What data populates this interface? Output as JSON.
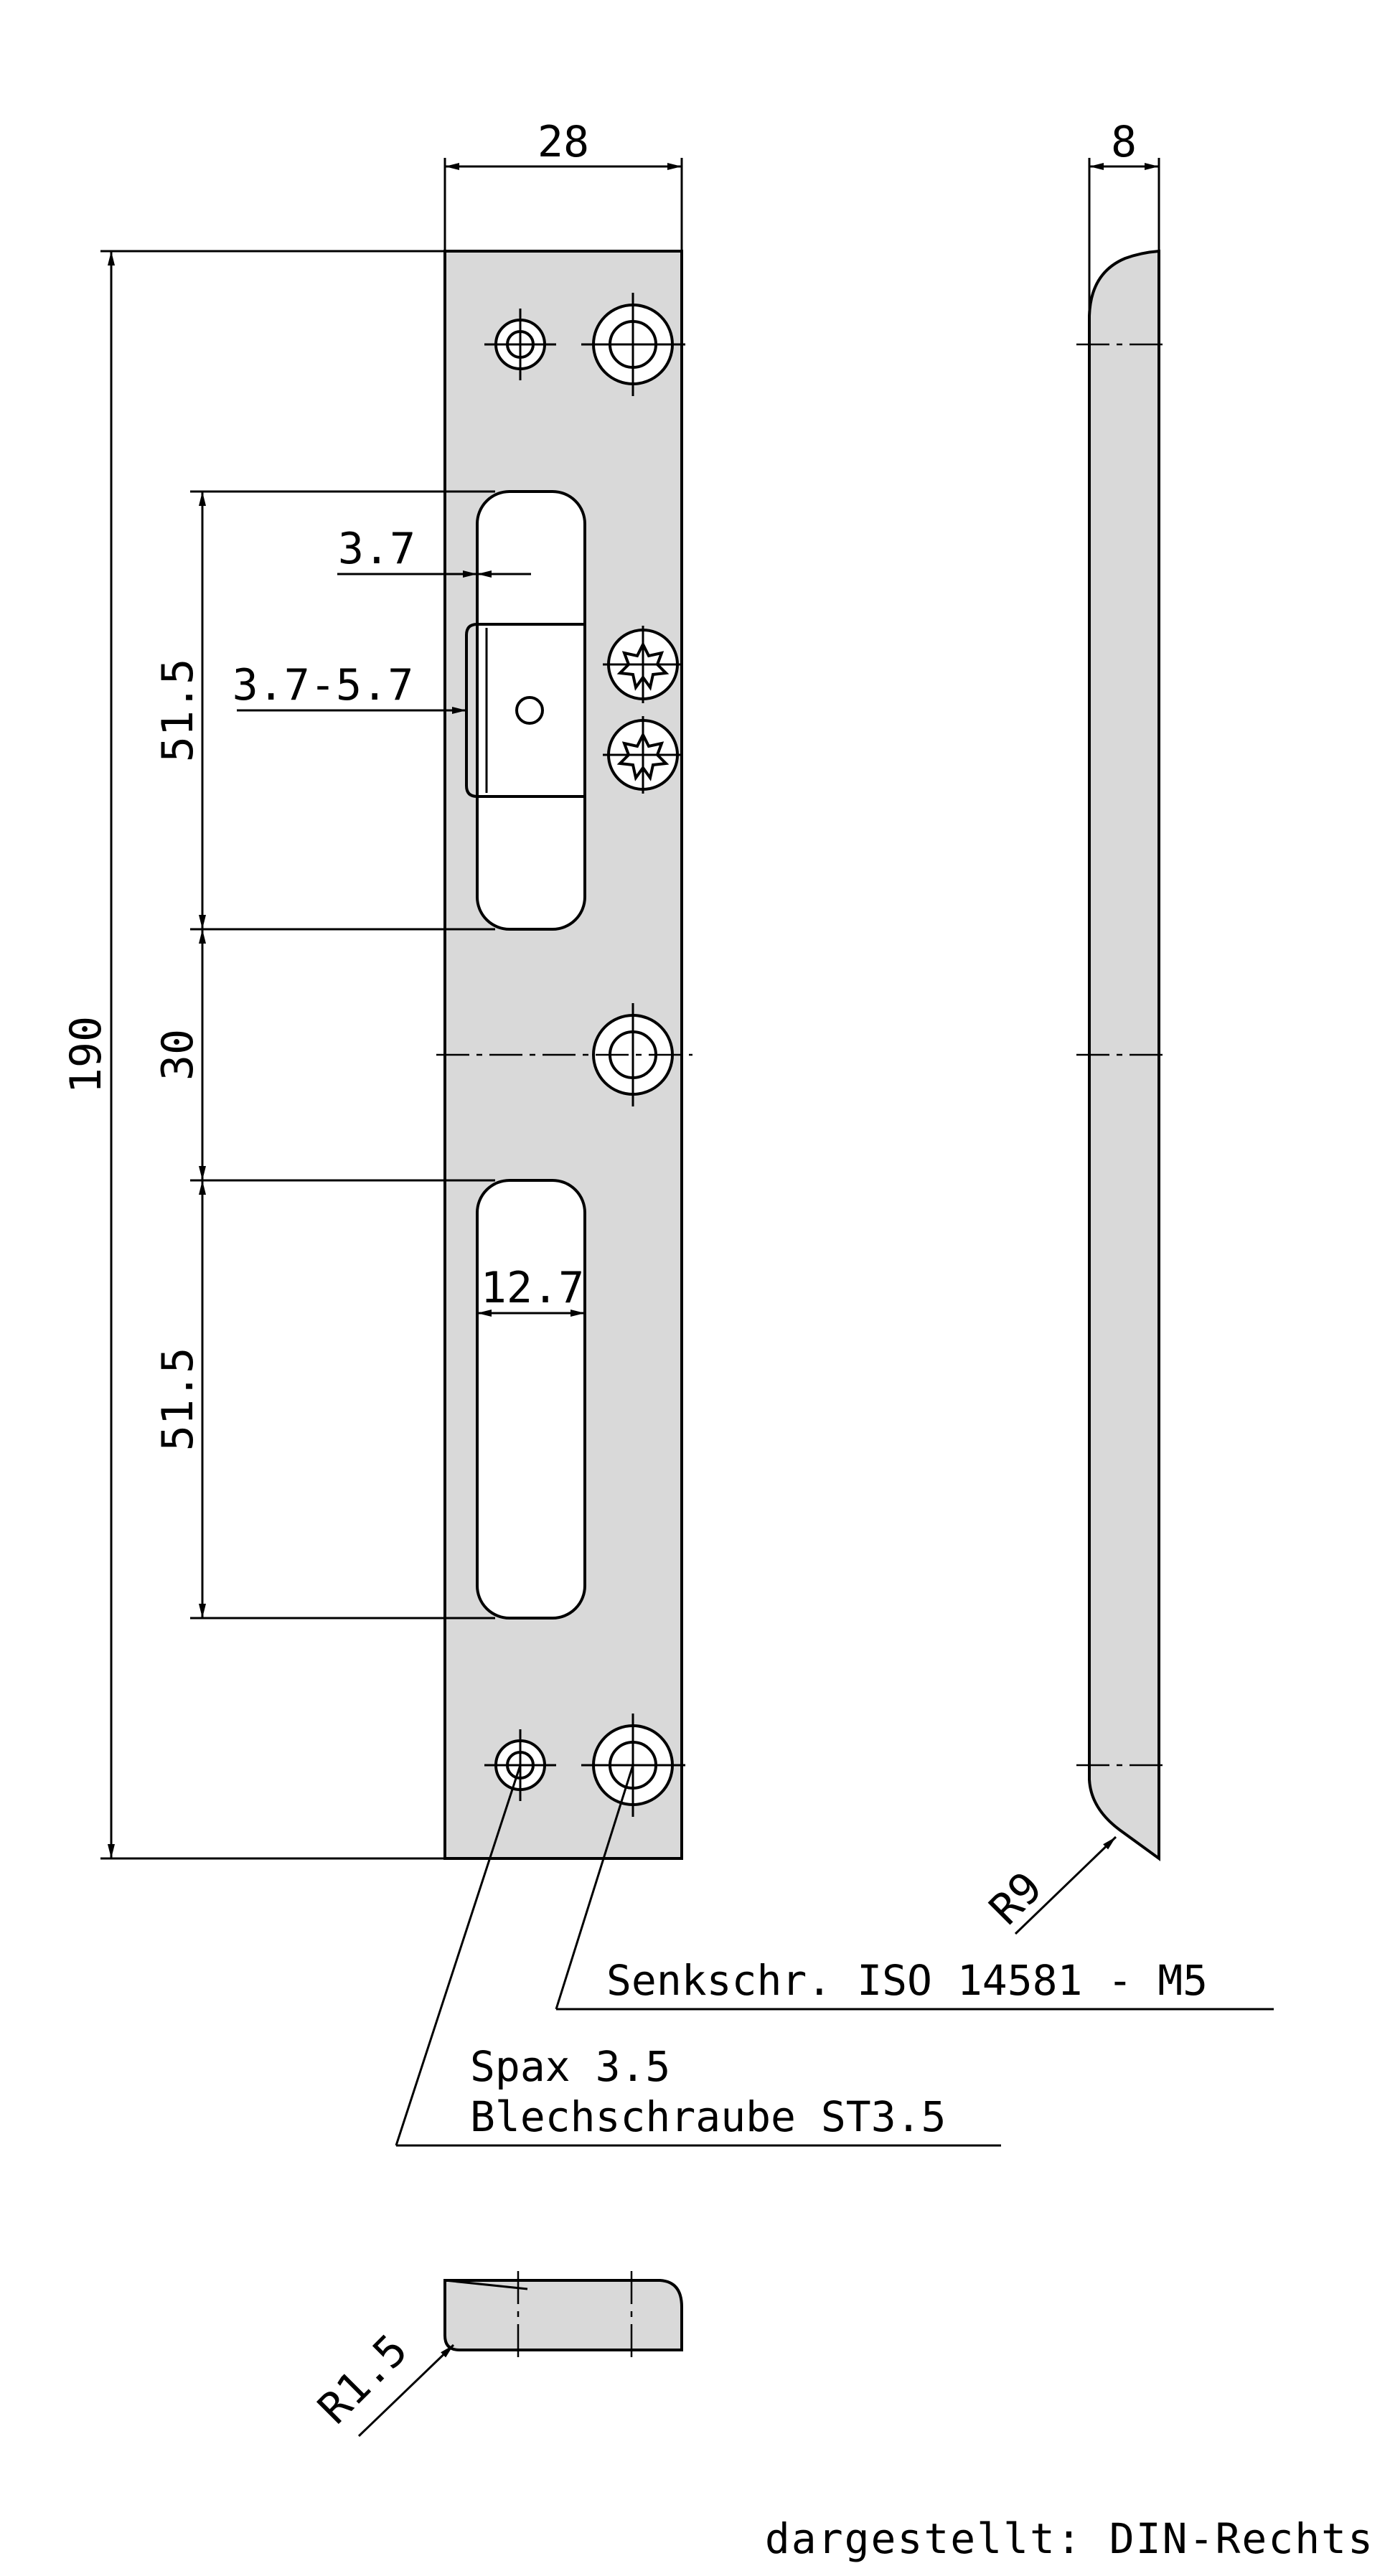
{
  "dimensions": {
    "plate_width": "28",
    "plate_thickness": "8",
    "total_height": "190",
    "slot_length_upper": "51.5",
    "slot_spacing": "30",
    "slot_length_lower": "51.5",
    "offset_small": "3.7",
    "offset_range": "3.7-5.7",
    "slot_width": "12.7",
    "radius_side": "R9",
    "radius_section": "R1.5"
  },
  "labels": {
    "countersunk_screw": "Senkschr. ISO 14581 - M5",
    "spax_line1": "Spax 3.5",
    "spax_line2": "Blechschraube ST3.5",
    "footnote": "dargestellt: DIN-Rechts"
  }
}
